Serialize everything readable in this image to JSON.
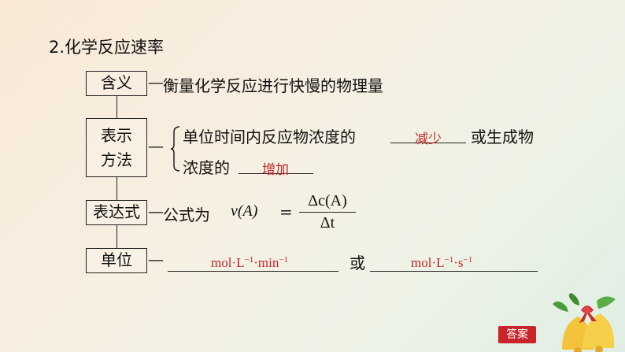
{
  "heading": "2.化学反应速率",
  "rows": {
    "meaning": {
      "box": "含义",
      "dash": "—",
      "text": "衡量化学反应进行快慢的物理量"
    },
    "expression": {
      "box_line1": "表示",
      "box_line2": "方法",
      "dash": "—",
      "line1_text": "单位时间内反应物浓度的",
      "line1_answer": "减少",
      "line1_suffix": "或生成物",
      "line2_text": "浓度的",
      "line2_answer": "增加"
    },
    "formula": {
      "box": "表达式",
      "dash": "—",
      "text": "公式为",
      "lhs": "v(A)",
      "eq": "=",
      "numerator": "Δc(A)",
      "denominator": "Δt"
    },
    "unit": {
      "box": "单位",
      "dash": "—",
      "answer1_base": "mol·L",
      "answer1_exp1": "−1",
      "answer1_mid": "·min",
      "answer1_exp2": "−1",
      "or": "或",
      "answer2_base": "mol·L",
      "answer2_exp1": "−1",
      "answer2_mid": "·s",
      "answer2_exp2": "−1"
    }
  },
  "answer_button": "答案",
  "colors": {
    "answer": "#c0252a",
    "button": "#c8242a"
  },
  "decoration": "bells-icon"
}
